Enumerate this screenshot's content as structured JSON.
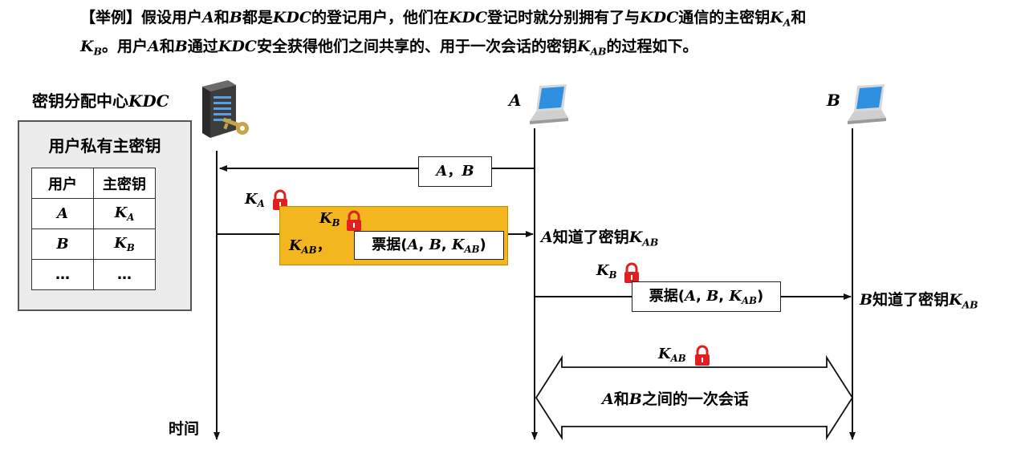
{
  "title": {
    "prefix": "【举例】假设用户",
    "a": "A",
    "and1": "和",
    "b": "B",
    "mid1": "都是",
    "kdc1": "KDC",
    "mid2": "的登记用户，他们在",
    "kdc2": "KDC",
    "mid3": "登记时就分别拥有了与",
    "kdc3": "KDC",
    "mid4": "通信的主密钥",
    "ka_k": "K",
    "ka_sub": "A",
    "and2": "和",
    "kb_k": "K",
    "kb_sub": "B",
    "mid5": "。用户",
    "a2": "A",
    "and3": "和",
    "b2": "B",
    "mid6": "通过",
    "kdc4": "KDC",
    "mid7": "安全获得他们之间共享的、用于一次会话的密钥",
    "kab_k": "K",
    "kab_sub": "AB",
    "mid8": "的过程如下。"
  },
  "kdc": {
    "label": "密钥分配中心",
    "label_it": "KDC"
  },
  "private_keys": {
    "title": "用户私有主密钥",
    "headers": [
      "用户",
      "主密钥"
    ],
    "rows": [
      {
        "user": "A",
        "key_k": "K",
        "key_sub": "A"
      },
      {
        "user": "B",
        "key_k": "K",
        "key_sub": "B"
      },
      {
        "user": "…",
        "key_k": "…",
        "key_sub": ""
      }
    ]
  },
  "nodes": {
    "a_label": "A",
    "b_label": "B"
  },
  "time_label": "时间",
  "messages": {
    "request": {
      "a": "A",
      "sep": "，",
      "b": "B"
    },
    "reply": {
      "lock_outer_k": "K",
      "lock_outer_sub": "A",
      "lock_inner_k": "K",
      "lock_inner_sub": "B",
      "kab_k": "K",
      "kab_sub": "AB",
      "comma": "，",
      "ticket_prefix": "票据(",
      "ticket_a": "A",
      "ticket_b": "B",
      "ticket_k": "K",
      "ticket_sub": "AB",
      "ticket_suffix": ")"
    },
    "a_knows": {
      "a": "A",
      "text": "知道了密钥",
      "k": "K",
      "sub": "AB"
    },
    "forward": {
      "lock_k": "K",
      "lock_sub": "B",
      "ticket_prefix": "票据(",
      "ticket_a": "A",
      "ticket_b": "B",
      "ticket_k": "K",
      "ticket_sub": "AB",
      "ticket_suffix": ")"
    },
    "b_knows": {
      "b": "B",
      "text": "知道了密钥",
      "k": "K",
      "sub": "AB"
    },
    "session": {
      "lock_k": "K",
      "lock_sub": "AB",
      "a": "A",
      "and": "和",
      "b": "B",
      "text": "之间的一次会话"
    }
  },
  "colors": {
    "highlight_box": "#f3b61f",
    "lock_red": "#e02020",
    "line": "#111111"
  }
}
